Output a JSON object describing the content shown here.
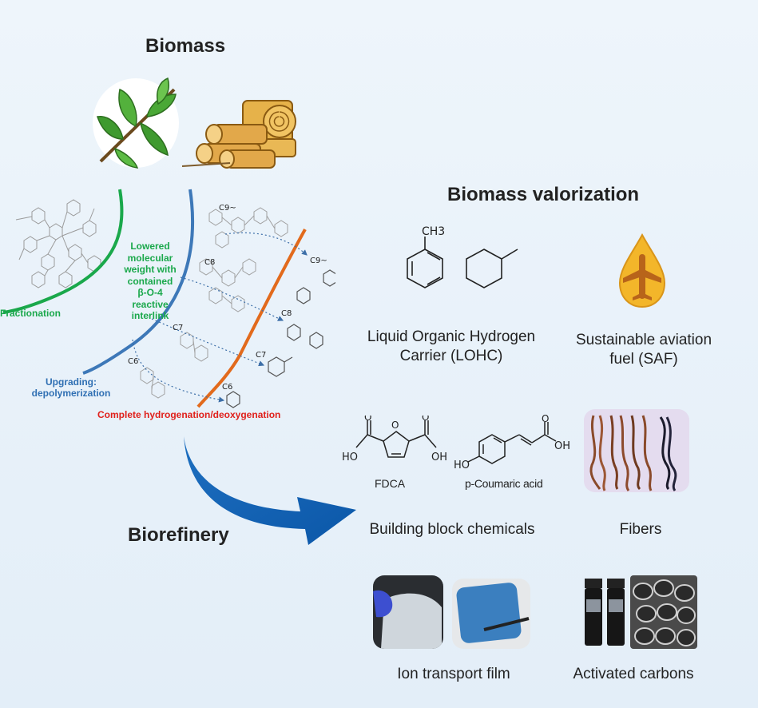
{
  "biomass": {
    "title": "Biomass"
  },
  "valorization": {
    "title": "Biomass valorization"
  },
  "biorefinery": {
    "title": "Biorefinery"
  },
  "process": {
    "fractionation": "Fractionation",
    "lowered_lines": [
      "Lowered",
      "molecular",
      "weight with",
      "contained",
      "β-O-4",
      "reactive",
      "interlink"
    ],
    "upgrading_lines": [
      "Upgrading:",
      "depolymerization"
    ],
    "complete": "Complete hydrogenation/deoxygenation",
    "carbon_labels": {
      "c9a": "C9~",
      "c8a": "C8",
      "c7a": "C7",
      "c6a": "C6",
      "c9b": "C9~",
      "c8b": "C8",
      "c7b": "C7",
      "c6b": "C6"
    },
    "colors": {
      "fractionation": "#1aa84b",
      "upgrading": "#3d78b8",
      "complete": "#e26a1c",
      "red_text": "#e0201b"
    }
  },
  "products": {
    "ch3": "CH3",
    "lohc_lines": [
      "Liquid Organic Hydrogen",
      "Carrier (LOHC)"
    ],
    "saf_lines": [
      "Sustainable aviation",
      "fuel (SAF)"
    ],
    "fdca": "FDCA",
    "coumaric": "p-Coumaric acid",
    "ho": "HO",
    "oh": "OH",
    "o": "O",
    "building_blocks": "Building block chemicals",
    "fibers": "Fibers",
    "ion_film": "Ion transport film",
    "carbons": "Activated carbons"
  }
}
